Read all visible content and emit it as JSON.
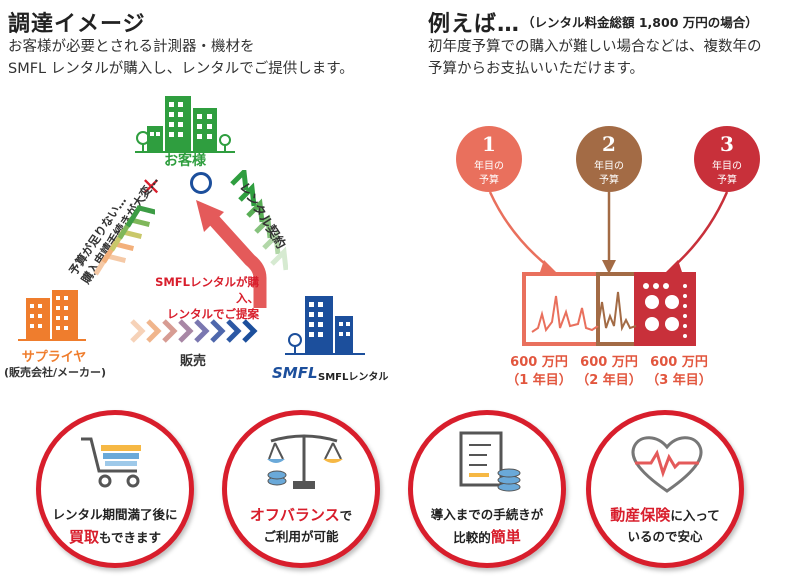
{
  "left": {
    "title": "調達イメージ",
    "desc_line1": "お客様が必要とされる計測器・機材を",
    "desc_line2": "SMFL レンタルが購入し、レンタルでご提供します。",
    "customer_label": "お客様",
    "supplier_label": "サプライヤ",
    "supplier_sub": "(販売会社/メーカー)",
    "smfl_brand": "SMFL",
    "smfl_label": "SMFLレンタル",
    "cross_mark": "✕",
    "circle_mark": "○",
    "issue_line1": "予算が足りない…",
    "issue_line2": "購入申請手続きが大変…",
    "contract_label": "レンタル契約",
    "purchase_line1": "SMFLレンタルが購入、",
    "purchase_line2": "レンタルでご提案",
    "sale_label": "販売"
  },
  "right": {
    "title": "例えば…",
    "title_note": "（レンタル料金総額 1,800 万円の場合）",
    "desc_line1": "初年度予算での購入が難しい場合などは、複数年の",
    "desc_line2": "予算からお支払いいただけます。",
    "years": [
      {
        "num": "1",
        "label1": "年目の",
        "label2": "予算",
        "color": "#e9705d"
      },
      {
        "num": "2",
        "label1": "年目の",
        "label2": "予算",
        "color": "#a36b45"
      },
      {
        "num": "3",
        "label1": "年目の",
        "label2": "予算",
        "color": "#c8303a"
      }
    ],
    "prices": [
      {
        "amount": "600 万円",
        "year": "（1 年目）"
      },
      {
        "amount": "600 万円",
        "year": "（2 年目）"
      },
      {
        "amount": "600 万円",
        "year": "（3 年目）"
      }
    ]
  },
  "benefits": [
    {
      "icon": "shopping-cart-icon",
      "line1": "レンタル期間満了後に",
      "line2_red": "買取",
      "line2_rest": "もできます"
    },
    {
      "icon": "balance-scale-icon",
      "line1_red": "オフバランス",
      "line1_rest": "で",
      "line2": "ご利用が可能"
    },
    {
      "icon": "document-coins-icon",
      "line1": "導入までの手続きが",
      "line2_prefix": "比較的",
      "line2_red": "簡単"
    },
    {
      "icon": "heart-pulse-icon",
      "line1_red": "動産保険",
      "line1_rest": "に入って",
      "line2": "いるので安心"
    }
  ],
  "colors": {
    "green": "#2f9e3f",
    "orange": "#ef7d2d",
    "blue": "#1c4f9c",
    "red": "#d81e2c",
    "salmon": "#e9705d",
    "brown": "#a36b45"
  }
}
